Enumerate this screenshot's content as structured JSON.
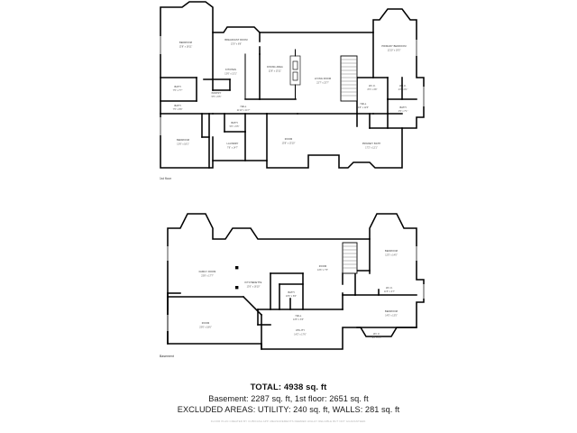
{
  "document": {
    "type": "real-estate-floor-plan",
    "background_color": "#ffffff",
    "wall_color": "#000000",
    "label_color": "#2d2d2d"
  },
  "floors": [
    {
      "id": "first-floor",
      "caption": "1st floor",
      "rooms": [
        {
          "name": "BEDROOM",
          "dim": "13'8\" x 18'11\""
        },
        {
          "name": "BREAKFAST ROOM",
          "dim": "13'0\" x 8'8\""
        },
        {
          "name": "KITCHEN",
          "dim": "13'6\" x 13'1\""
        },
        {
          "name": "DINING AREA",
          "dim": "12'8\" x 13'11\""
        },
        {
          "name": "LIVING ROOM",
          "dim": "22'7\" x 23'7\""
        },
        {
          "name": "PRIMARY BEDROOM",
          "dim": "12'10\" x 19'3\""
        },
        {
          "name": "BATH",
          "dim": "7'5\" x 7'7\""
        },
        {
          "name": "BATH",
          "dim": "7'5\" x 8'8\""
        },
        {
          "name": "PANTRY",
          "dim": "5'5\" x 6'5\""
        },
        {
          "name": "HALL",
          "dim": "21'10\" x 11'7\""
        },
        {
          "name": "BEDROOM",
          "dim": "13'6\" x 18'1\""
        },
        {
          "name": "LAUNDRY",
          "dim": "7'8\" x 14'7\""
        },
        {
          "name": "BATH",
          "dim": "5'6\" x 6'5\""
        },
        {
          "name": "ROOM",
          "dim": "13'8\" x 13'10\""
        },
        {
          "name": "W.I.C.",
          "dim": "8'3\" x 4'8\""
        },
        {
          "name": "W.I.C.",
          "dim": "4'2\" x 8'1\""
        },
        {
          "name": "HALL",
          "dim": "4'8\" x 12'6\""
        },
        {
          "name": "BATH",
          "dim": "4'9\" x 7'1\""
        },
        {
          "name": "PRIMARY BATH",
          "dim": "17'2\" x 12'1\""
        }
      ]
    },
    {
      "id": "basement",
      "caption": "Basement",
      "rooms": [
        {
          "name": "FAMILY ROOM",
          "dim": "23'8\" x 17'7\""
        },
        {
          "name": "KITCHENETTE",
          "dim": "13'6\" x 16'10\""
        },
        {
          "name": "ROOM",
          "dim": "14'6\" x 7'5\""
        },
        {
          "name": "BATH",
          "dim": "10'6\" x 8'0\""
        },
        {
          "name": "HALL",
          "dim": "14'5\" x 6'5\""
        },
        {
          "name": "BEDROOM",
          "dim": "12'5\" x 14'0\""
        },
        {
          "name": "W.I.C.",
          "dim": "11'5\" x 3'7\""
        },
        {
          "name": "BEDROOM",
          "dim": "14'5\" x 13'5\""
        },
        {
          "name": "W.I.C.",
          "dim": "9'2\" x 3'5\""
        },
        {
          "name": "ROOM",
          "dim": "23'6\" x 18'6\""
        },
        {
          "name": "UTILITY",
          "dim": "14'2\" x 17'6\""
        }
      ]
    }
  ],
  "summary": {
    "total_label": "TOTAL: 4938 sq. ft",
    "breakdown": "Basement: 2287 sq. ft, 1st floor: 2651 sq. ft",
    "excluded": "EXCLUDED AREAS: UTILITY: 240 sq. ft, WALLS: 281 sq. ft",
    "disclaimer": "FLOOR PLAN CREATED BY CUBICASA APP. MEASUREMENTS DEEMED HIGHLY RELIABLE BUT NOT GUARANTEED."
  }
}
